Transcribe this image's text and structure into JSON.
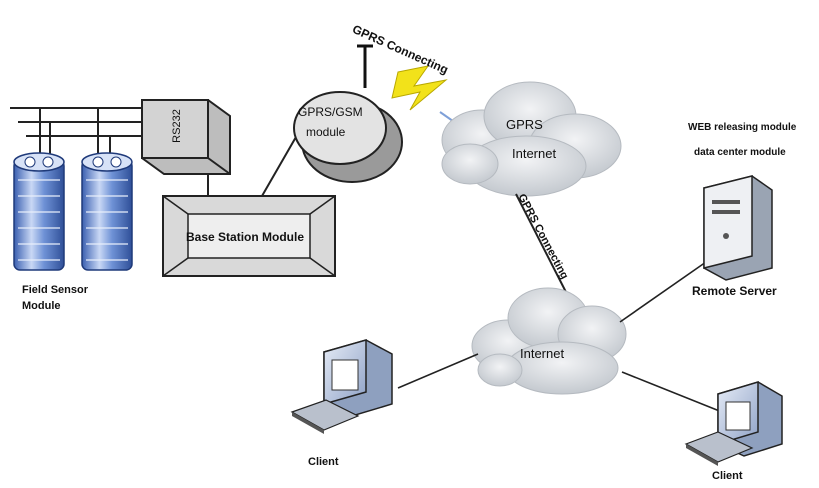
{
  "labels": {
    "rs232": "RS232",
    "gprs_gsm_module_line1": "GPRS/GSM",
    "gprs_gsm_module_line2": "module",
    "base_station_module": "Base Station Module",
    "field_sensor_line1": "Field Sensor",
    "field_sensor_line2": "Module",
    "gprs_connecting_top": "GPRS Connecting",
    "gprs_internet_line1": "GPRS",
    "gprs_internet_line2": "Internet",
    "gprs_connecting_diag": "GPRS Connecting",
    "web_releasing_module": "WEB releasing module",
    "data_center_module": "data center module",
    "remote_server": "Remote Server",
    "internet": "Internet",
    "client_left": "Client",
    "client_right": "Client"
  },
  "colors": {
    "lightning": "#f2e21a",
    "cloud": "#d9dde2",
    "box_gray": "#cfcfcf",
    "sensor_blue": "#5a7fc8",
    "line": "#222222"
  },
  "icons": [
    "field-sensor-icon",
    "rs232-box-icon",
    "base-station-icon",
    "gprs-module-icon",
    "antenna-icon",
    "lightning-icon",
    "cloud-icon",
    "server-icon",
    "client-computer-icon"
  ]
}
